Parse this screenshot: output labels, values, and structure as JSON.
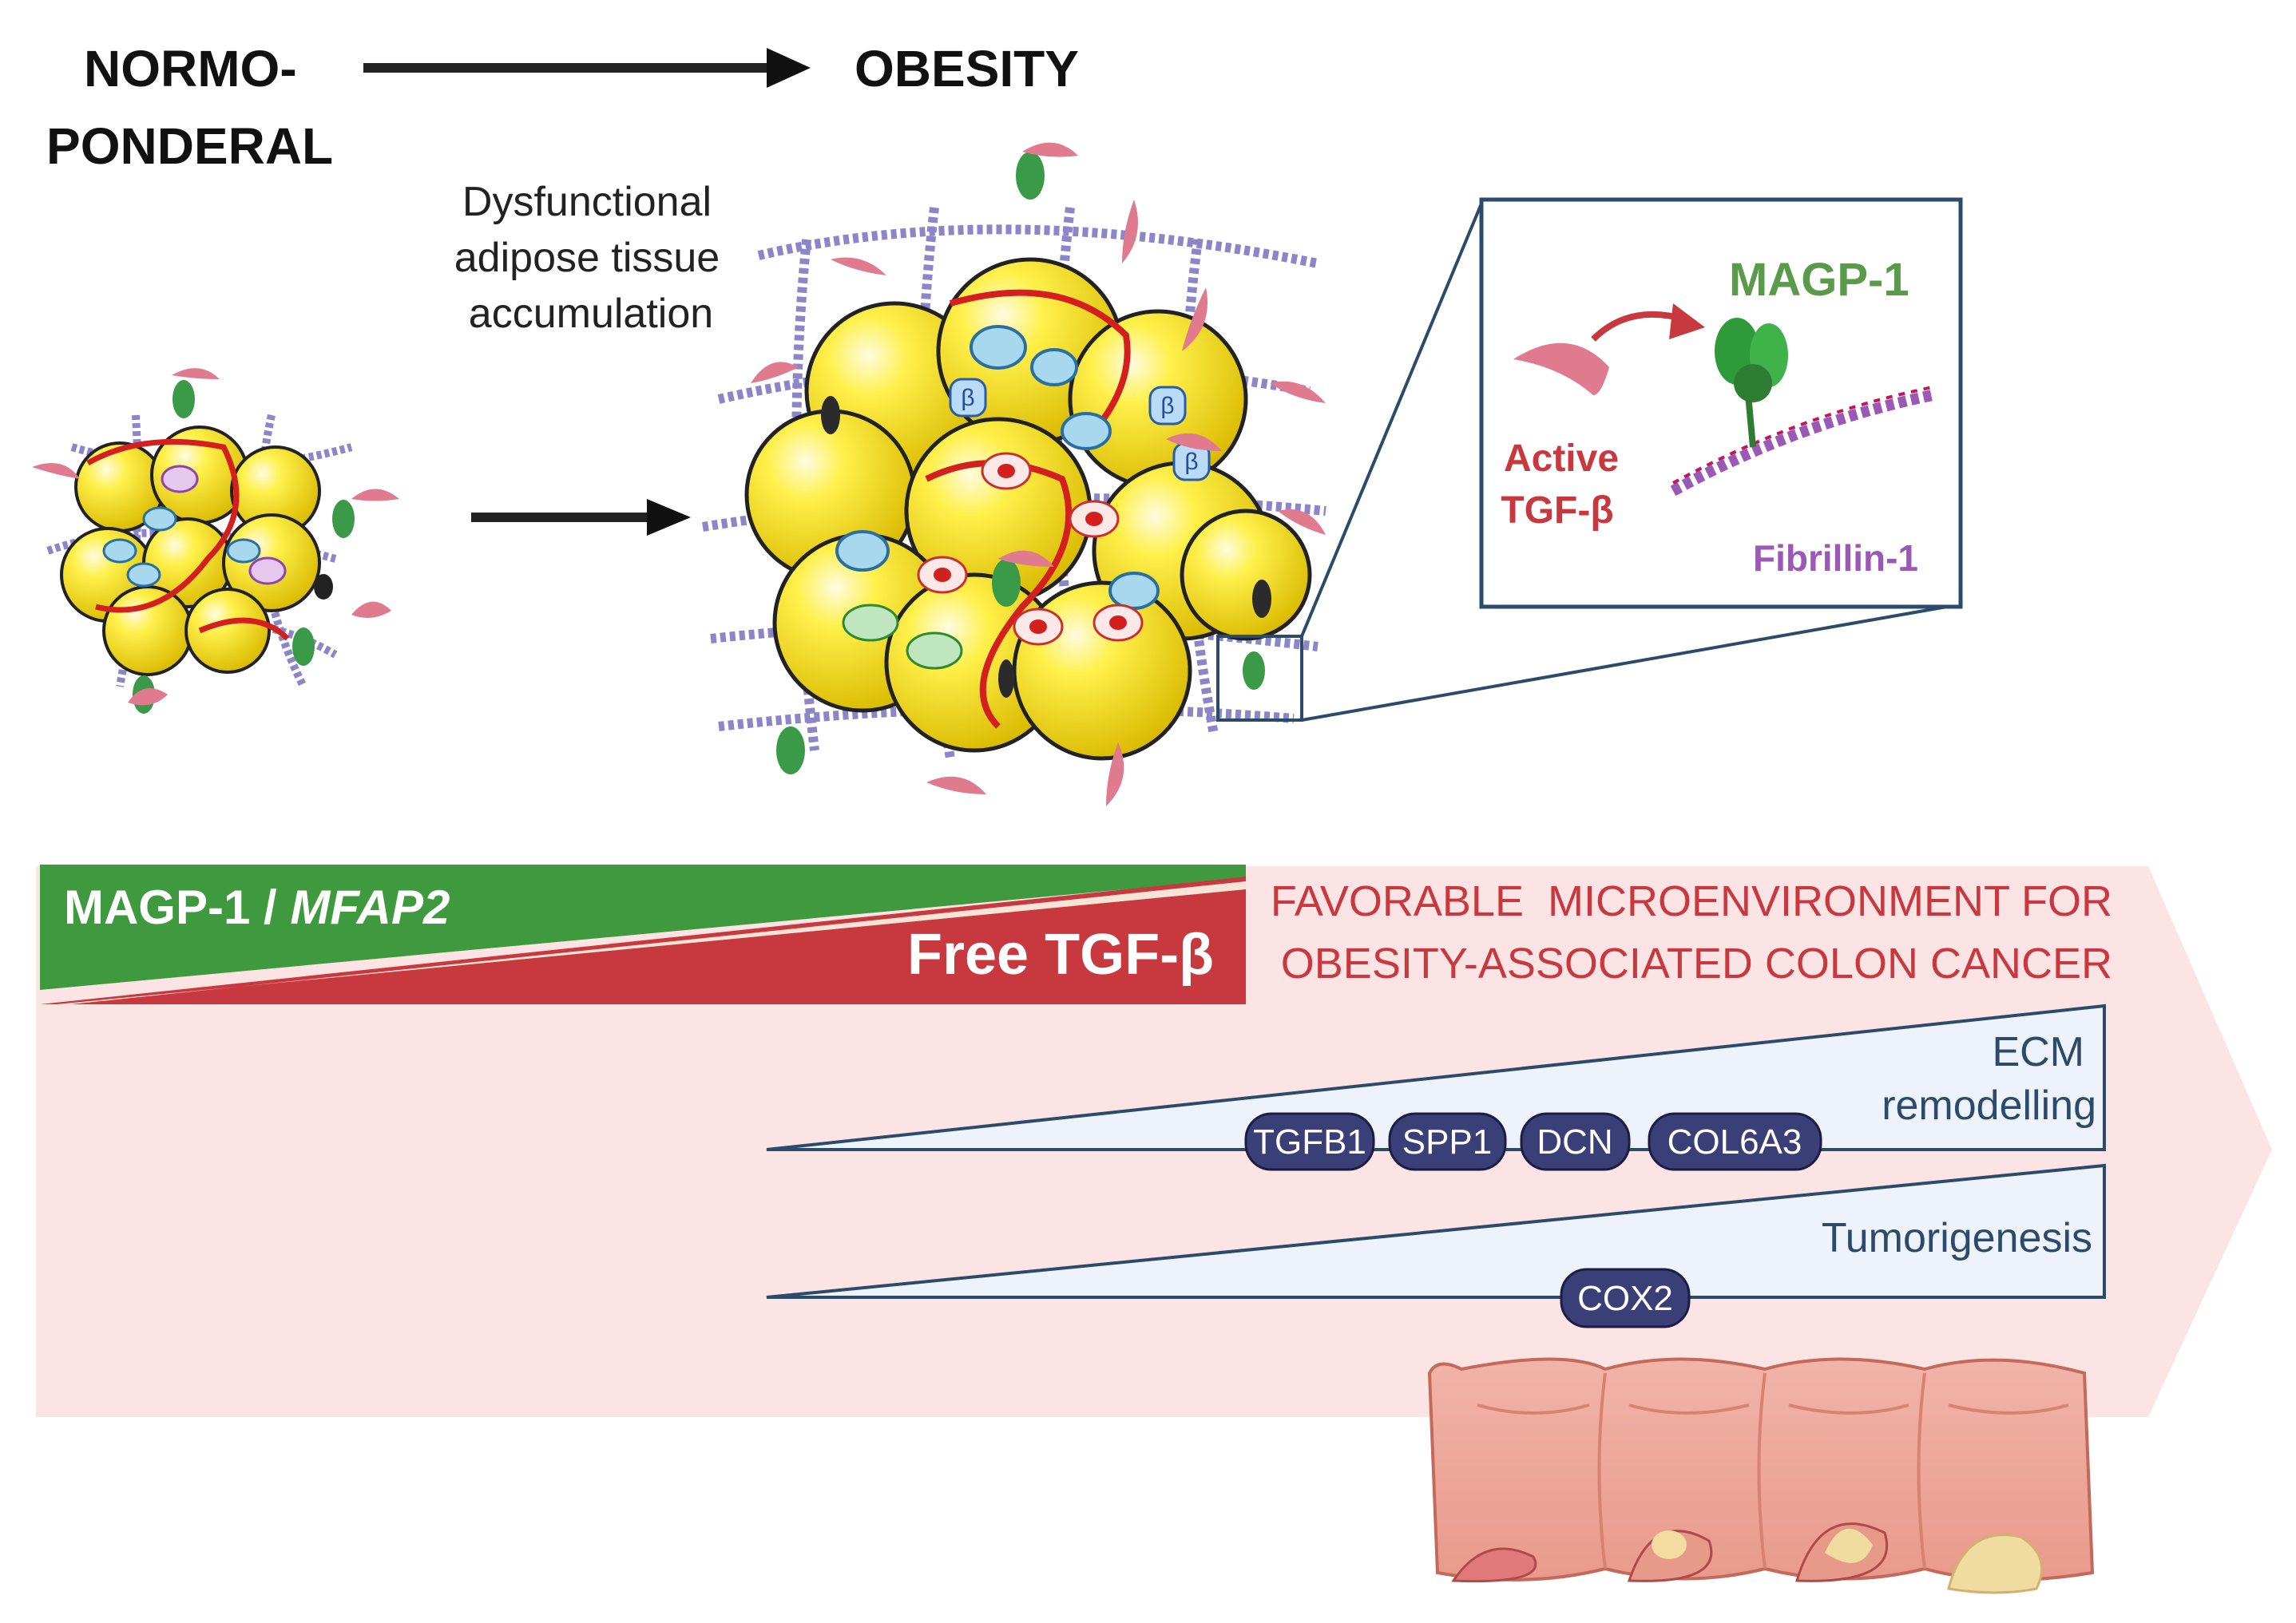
{
  "header": {
    "from_label_line1": "NORMO-",
    "from_label_line2": "PONDERAL",
    "to_label": "OBESITY"
  },
  "process": {
    "line1": "Dysfunctional",
    "line2": "adipose tissue",
    "line3": "accumulation"
  },
  "tissue": {
    "receptor_letter": "β"
  },
  "inset": {
    "magp_label": "MAGP-1",
    "active_line1": "Active",
    "active_line2": "TGF-β",
    "fibrillin_label": "Fibrillin-1"
  },
  "gradients": {
    "magp_label_prefix": "MAGP-1 / ",
    "magp_label_gene": "MFAP2",
    "free_tgf_label": "Free TGF-β"
  },
  "microenvironment": {
    "line1": "FAVORABLE  MICROENVIRONMENT FOR",
    "line2": "OBESITY-ASSOCIATED COLON CANCER"
  },
  "ecm": {
    "label_line1": "ECM",
    "label_line2": "remodelling",
    "genes": [
      "TGFB1",
      "SPP1",
      "DCN",
      "COL6A3"
    ]
  },
  "tumorigenesis": {
    "label": "Tumorigenesis",
    "genes": [
      "COX2"
    ]
  },
  "colors": {
    "adipocyte": "#f4e000",
    "green": "#3f9a3f",
    "red": "#c8393f",
    "pink_bg": "#fce4e4",
    "navy_pill": "#3a3f78",
    "fibrillin_purple": "#9b59b6",
    "magp_green_text": "#5a9a4a"
  }
}
